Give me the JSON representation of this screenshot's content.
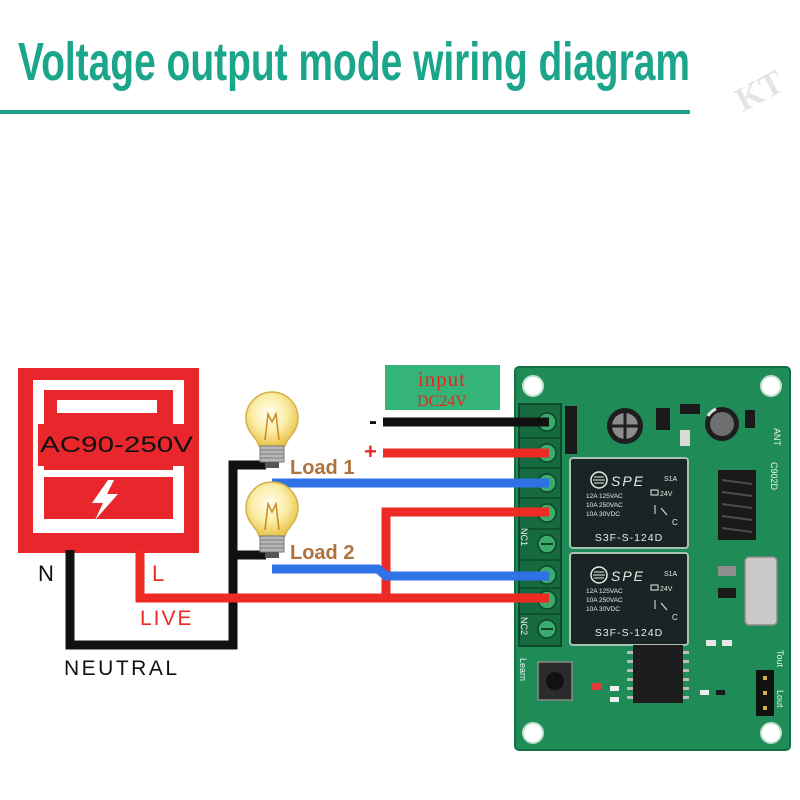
{
  "title": "Voltage output mode wiring diagram",
  "watermark": "KT",
  "colors": {
    "title": "#1ba68b",
    "power_box_red": "#e8262c",
    "live_red": "#ee2a24",
    "neutral_black": "#111111",
    "load_blue": "#2f72e6",
    "input_box_green": "#35b47a",
    "input_text_red": "#e8261f",
    "load_label": "#b0723c",
    "pcb_green": "#1f8b57",
    "watermark": "#e4e4e4"
  },
  "power_source": {
    "voltage_label": "AC90-250V",
    "neutral_terminal": "N",
    "live_terminal": "L",
    "icon": "lightning-bolt-icon"
  },
  "wires": {
    "live_label": "LIVE",
    "neutral_label": "NEUTRAL"
  },
  "dc_input": {
    "label_line1": "input",
    "label_line2": "DC24V",
    "negative": "-",
    "positive": "+"
  },
  "loads": [
    {
      "label": "Load 1",
      "icon": "light-bulb-icon"
    },
    {
      "label": "Load 2",
      "icon": "light-bulb-icon"
    }
  ],
  "relay_board": {
    "antenna_label": "ANT",
    "receiver_label": "C902D",
    "learn_label": "Learn",
    "output_pin_labels": [
      "Tout",
      "Lout"
    ],
    "terminal_labels": [
      "NC1",
      "NC2"
    ],
    "relays": [
      {
        "brand": "SPE",
        "type": "S1A",
        "ratings": [
          "12A 125VAC",
          "10A 250VAC",
          "10A 30VDC"
        ],
        "coil": "24V",
        "contact": "C",
        "model": "S3F-S-124D"
      },
      {
        "brand": "SPE",
        "type": "S1A",
        "ratings": [
          "12A 125VAC",
          "10A 250VAC",
          "10A 30VDC"
        ],
        "coil": "24V",
        "contact": "C",
        "model": "S3F-S-124D"
      }
    ]
  }
}
